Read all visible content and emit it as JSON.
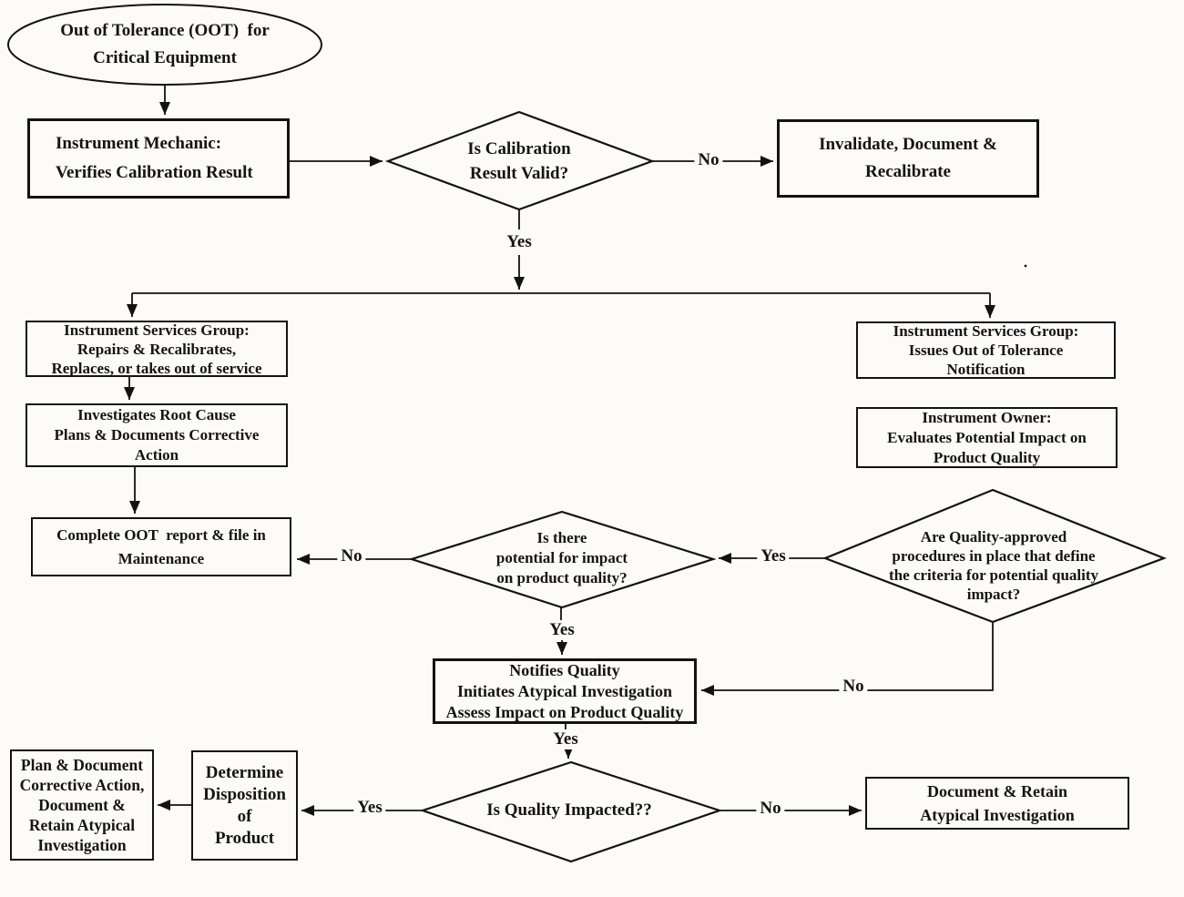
{
  "nodes": {
    "start_oval": "Out of Tolerance (OOT)  for\nCritical Equipment",
    "instrument_mechanic": "Instrument Mechanic:\nVerifies Calibration Result",
    "invalidate_recalibrate": "Invalidate, Document &\nRecalibrate",
    "isg_repairs": "Instrument Services Group:\nRepairs & Recalibrates,\nReplaces, or takes out of service",
    "investigates_root_cause": "Investigates Root Cause\nPlans & Documents Corrective\nAction",
    "complete_oot_report": "Complete OOT  report & file in\nMaintenance",
    "isg_notification": "Instrument Services Group:\nIssues Out of Tolerance\nNotification",
    "instrument_owner": "Instrument Owner:\nEvaluates Potential Impact on\nProduct Quality",
    "notifies_quality": "Notifies Quality\nInitiates Atypical Investigation\nAssess Impact on Product Quality",
    "plan_document_corrective": "Plan & Document\nCorrective Action,\nDocument &\nRetain Atypical\nInvestigation",
    "determine_disposition": "Determine\nDisposition\nof\nProduct",
    "document_retain": "Document & Retain\nAtypical Investigation"
  },
  "decisions": {
    "is_calibration_valid": "Is Calibration\nResult Valid?",
    "potential_impact": "Is there\npotential for impact\non product quality?",
    "quality_procedures": "Are Quality-approved\nprocedures in place that define\nthe criteria for potential quality\nimpact?",
    "is_quality_impacted": "Is Quality Impacted??"
  },
  "edge_labels": {
    "calibration_no": "No",
    "calibration_yes": "Yes",
    "impact_no": "No",
    "procedures_yes": "Yes",
    "impact_yes": "Yes",
    "procedures_no": "No",
    "notifies_yes": "Yes",
    "impacted_yes": "Yes",
    "impacted_no": "No"
  },
  "colors": {
    "background": "#fcfbf7",
    "line": "#14110e",
    "text": "#171310"
  }
}
